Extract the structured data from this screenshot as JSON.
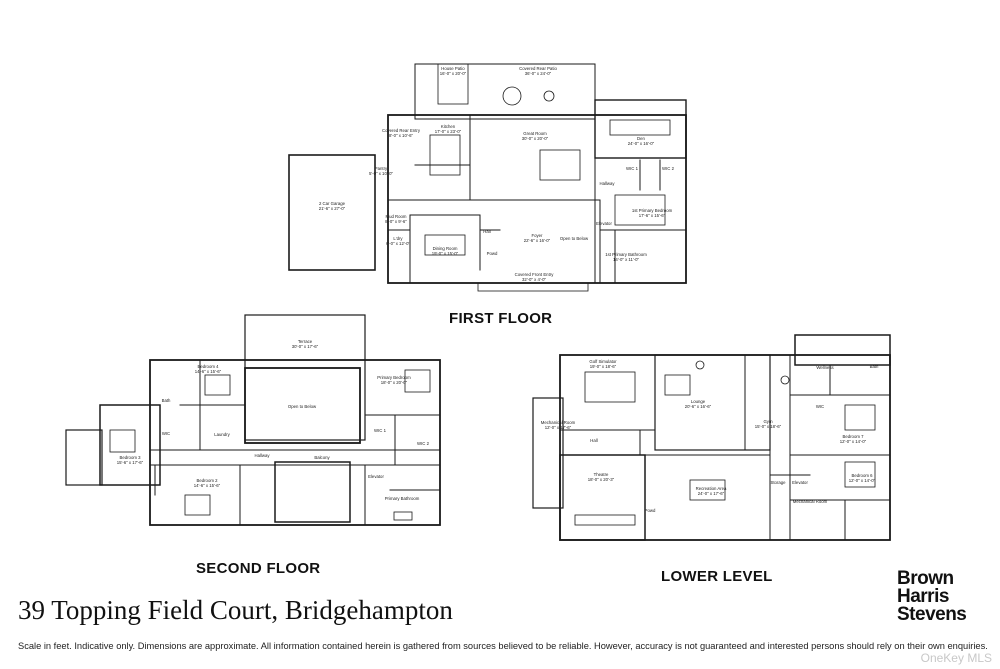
{
  "address": "39 Topping Field Court, Bridgehampton",
  "brand": {
    "line1": "Brown",
    "line2": "Harris",
    "line3": "Stevens"
  },
  "disclaimer": "Scale in feet. Indicative only. Dimensions are approximate. All information contained herein is gathered from sources believed to be reliable. However, accuracy is not guaranteed and interested persons should rely on their own enquiries.",
  "watermark": "OneKey MLS",
  "floors": {
    "first": {
      "title": "FIRST FLOOR"
    },
    "second": {
      "title": "SECOND FLOOR"
    },
    "lower": {
      "title": "LOWER LEVEL"
    }
  },
  "rooms": {
    "first": [
      {
        "name": "House Patio",
        "dim": "16'-0\" x 20'-0\""
      },
      {
        "name": "Covered Rear Patio",
        "dim": "36'-0\" x 24'-0\""
      },
      {
        "name": "Covered Rear Entry",
        "dim": "8'-0\" x 10'-6\""
      },
      {
        "name": "Kitchen",
        "dim": "17'-0\" x 23'-0\""
      },
      {
        "name": "Great Room",
        "dim": "30'-0\" x 20'-0\""
      },
      {
        "name": "Den",
        "dim": "24'-0\" x 16'-0\""
      },
      {
        "name": "Pantry",
        "dim": "5'-0\" x 10'-0\""
      },
      {
        "name": "2 Car Garage",
        "dim": "21'-6\" x 27'-0\""
      },
      {
        "name": "Mud Room",
        "dim": "8'-0\" x 9'-6\""
      },
      {
        "name": "L'dry",
        "dim": "6'-0\" x 12'-0\""
      },
      {
        "name": "Dining Room",
        "dim": "19'-0\" x 15'-0\""
      },
      {
        "name": "Foyer",
        "dim": "22'-6\" x 16'-0\""
      },
      {
        "name": "Covered Front Entry",
        "dim": "32'-0\" x 4'-0\""
      },
      {
        "name": "1st Primary Bedroom",
        "dim": "17'-6\" x 15'-6\""
      },
      {
        "name": "1st Primary Bathroom",
        "dim": "14'-0\" x 11'-0\""
      },
      {
        "name": "WIC 1",
        "dim": ""
      },
      {
        "name": "WIC 2",
        "dim": ""
      },
      {
        "name": "Hallway",
        "dim": ""
      },
      {
        "name": "Elevator",
        "dim": ""
      },
      {
        "name": "Open to Below",
        "dim": ""
      },
      {
        "name": "Powd",
        "dim": ""
      },
      {
        "name": "Hall",
        "dim": ""
      }
    ],
    "second": [
      {
        "name": "Terrace",
        "dim": "30'-0\" x 17'-6\""
      },
      {
        "name": "Bedroom 4",
        "dim": "14'-6\" x 15'-6\""
      },
      {
        "name": "Bath",
        "dim": ""
      },
      {
        "name": "WIC",
        "dim": ""
      },
      {
        "name": "Bedroom 3",
        "dim": "15'-6\" x 17'-6\""
      },
      {
        "name": "Laundry",
        "dim": ""
      },
      {
        "name": "Open to Below",
        "dim": ""
      },
      {
        "name": "Primary Bedroom",
        "dim": "18'-0\" x 20'-0\""
      },
      {
        "name": "WIC 1",
        "dim": ""
      },
      {
        "name": "WIC 2",
        "dim": ""
      },
      {
        "name": "Balcony",
        "dim": ""
      },
      {
        "name": "Hallway",
        "dim": ""
      },
      {
        "name": "Bedroom 2",
        "dim": "14'-6\" x 15'-6\""
      },
      {
        "name": "Elevator",
        "dim": ""
      },
      {
        "name": "Primary Bathroom",
        "dim": ""
      }
    ],
    "lower": [
      {
        "name": "Golf Simulator",
        "dim": "19'-0\" x 18'-6\""
      },
      {
        "name": "Lounge",
        "dim": "20'-6\" x 16'-6\""
      },
      {
        "name": "Gym",
        "dim": "15'-0\" x 18'-6\""
      },
      {
        "name": "Mechanical Room",
        "dim": "12'-0\" x 17'-6\""
      },
      {
        "name": "Hall",
        "dim": ""
      },
      {
        "name": "Theatre",
        "dim": "18'-0\" x 20'-3\""
      },
      {
        "name": "Recreation Area",
        "dim": "24'-0\" x 17'-6\""
      },
      {
        "name": "Storage",
        "dim": ""
      },
      {
        "name": "Elevator",
        "dim": ""
      },
      {
        "name": "Mechanical Room",
        "dim": ""
      },
      {
        "name": "Bedroom 7",
        "dim": "12'-0\" x 14'-0\""
      },
      {
        "name": "Bedroom 6",
        "dim": "12'-0\" x 14'-0\""
      },
      {
        "name": "Wellness",
        "dim": ""
      },
      {
        "name": "Bath",
        "dim": ""
      },
      {
        "name": "WIC",
        "dim": ""
      },
      {
        "name": "Powd",
        "dim": ""
      }
    ]
  }
}
